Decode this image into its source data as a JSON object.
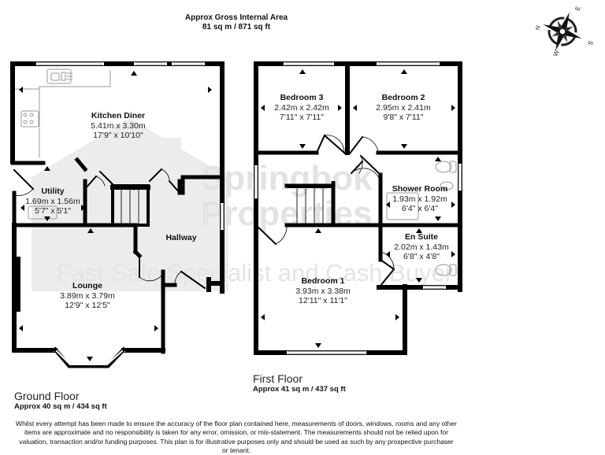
{
  "header": {
    "title": "Approx Gross Internal Area",
    "total_area": "81 sq m / 871 sq ft"
  },
  "compass": {
    "icon": "compass-rose-icon",
    "labels": {
      "n": "N",
      "e": "E",
      "s": "S",
      "w": "W"
    }
  },
  "watermark": {
    "brand": "Springbok",
    "brand2": "Properties",
    "tagline": "Fast Sale Specialist and Cash Buyer"
  },
  "ground_floor": {
    "name": "Ground Floor",
    "area": "Approx 40 sq m / 434 sq ft",
    "rooms": [
      {
        "name": "Kitchen Diner",
        "metric": "5.41m x 3.30m",
        "imperial": "17'9\" x 10'10\""
      },
      {
        "name": "Utility",
        "metric": "1.69m x 1.56m",
        "imperial": "5'7\" x 5'1\""
      },
      {
        "name": "Hallway",
        "metric": "",
        "imperial": ""
      },
      {
        "name": "Lounge",
        "metric": "3.89m x 3.79m",
        "imperial": "12'9\" x 12'5\""
      }
    ]
  },
  "first_floor": {
    "name": "First Floor",
    "area": "Approx 41 sq m / 437 sq ft",
    "rooms": [
      {
        "name": "Bedroom 3",
        "metric": "2.42m x 2.42m",
        "imperial": "7'11\" x 7'11\""
      },
      {
        "name": "Bedroom 2",
        "metric": "2.95m x 2.41m",
        "imperial": "9'8\" x 7'11\""
      },
      {
        "name": "Shower Room",
        "metric": "1.93m x 1.92m",
        "imperial": "6'4\" x 6'4\""
      },
      {
        "name": "En Suite",
        "metric": "2.02m x 1.43m",
        "imperial": "6'8\" x 4'8\""
      },
      {
        "name": "Bedroom 1",
        "metric": "3.93m x 3.38m",
        "imperial": "12'11\" x 11'1\""
      }
    ]
  },
  "disclaimer": "Whilst every attempt has been made to ensure the accuracy of the floor plan contained here, measurements of doors, windows, rooms and any other items are approximate and no responsibility is taken for any error, omission, or mis-statement. The measurements should not be relied upon for valuation, transaction and/or funding purposes. This plan is for illustrative purposes only and should be used as such by any prospective purchaser or tenant.",
  "colors": {
    "wall": "#000000",
    "watermark": "#e6e6e6",
    "fixture": "#9a9a9a"
  }
}
